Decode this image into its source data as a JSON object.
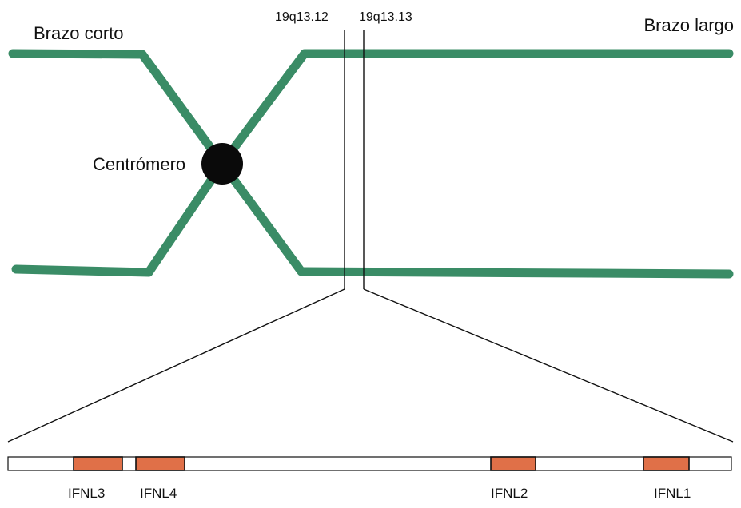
{
  "colors": {
    "chromosome": "#3a8c66",
    "centromere": "#0a0a0a",
    "gene_fill": "#e07048",
    "outline": "#111111",
    "background": "#ffffff"
  },
  "labels": {
    "short_arm": "Brazo corto",
    "long_arm": "Brazo largo",
    "centromere": "Centrómero",
    "band_left": "19q13.12",
    "band_right": "19q13.13"
  },
  "genes": [
    {
      "name": "IFNL3"
    },
    {
      "name": "IFNL4"
    },
    {
      "name": "IFNL2"
    },
    {
      "name": "IFNL1"
    }
  ]
}
